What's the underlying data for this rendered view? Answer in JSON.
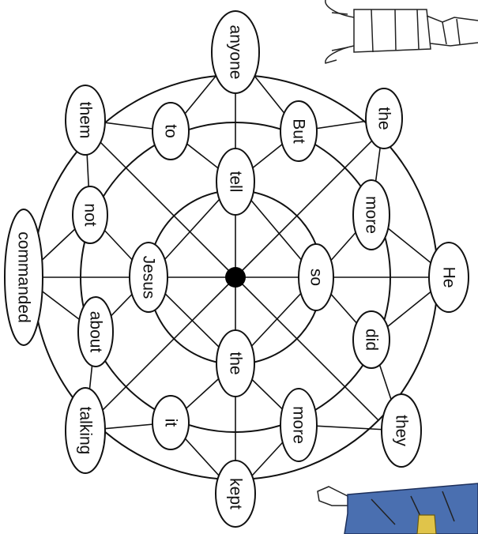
{
  "puzzle": {
    "words": [
      "anyone",
      "But",
      "the",
      "He",
      "they",
      "kept",
      "talking",
      "commanded",
      "them",
      "to",
      "more",
      "did",
      "more",
      "it",
      "about",
      "not",
      "tell",
      "so",
      "the",
      "Jesus"
    ]
  },
  "colors": {
    "line": "#111111",
    "robe": "#4a6fb0",
    "center_dot": "#000000"
  },
  "icons": {
    "top_right": "standing-figure-feet-illustration",
    "bottom_right": "lying-figure-in-blue-robe-illustration"
  }
}
